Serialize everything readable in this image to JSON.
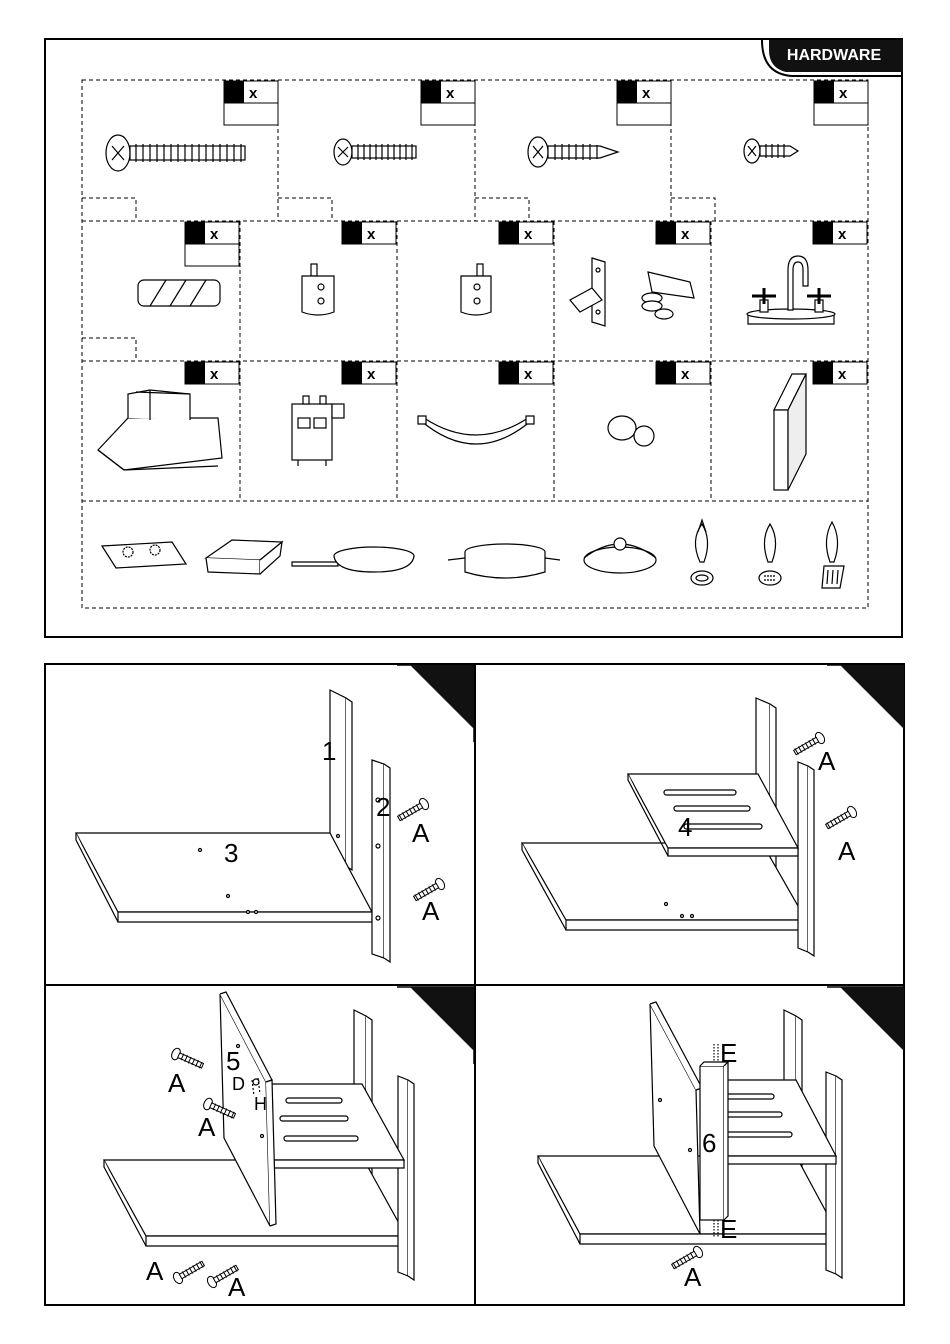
{
  "hardware": {
    "tab_title": "HARDWARE",
    "qty_mark": "x",
    "rows": [
      {
        "items": [
          {
            "icon": "long-pan-head-screw-icon"
          },
          {
            "icon": "medium-pan-head-screw-icon"
          },
          {
            "icon": "medium-tapping-screw-icon"
          },
          {
            "icon": "short-screw-icon"
          }
        ]
      },
      {
        "items": [
          {
            "icon": "wooden-dowel-icon"
          },
          {
            "icon": "shelf-bracket-left-icon"
          },
          {
            "icon": "shelf-bracket-right-icon"
          },
          {
            "icon": "door-hinge-icon"
          },
          {
            "icon": "toy-faucet-icon"
          }
        ]
      },
      {
        "items": [
          {
            "icon": "range-hood-icon"
          },
          {
            "icon": "control-knob-panel-icon"
          },
          {
            "icon": "curved-handle-icon"
          },
          {
            "icon": "knob-icon"
          },
          {
            "icon": "panel-board-icon"
          }
        ]
      }
    ],
    "accessories": [
      {
        "icon": "cooktop-icon"
      },
      {
        "icon": "baking-tray-icon"
      },
      {
        "icon": "frying-pan-icon"
      },
      {
        "icon": "cooking-pot-icon"
      },
      {
        "icon": "pot-lid-icon"
      },
      {
        "icon": "ladle-icon"
      },
      {
        "icon": "slotted-spoon-icon"
      },
      {
        "icon": "spatula-icon"
      }
    ]
  },
  "steps": [
    {
      "labels": {
        "p1": "1",
        "p2": "2",
        "p3": "3",
        "a1": "A",
        "a2": "A"
      }
    },
    {
      "labels": {
        "p4": "4",
        "a1": "A",
        "a2": "A"
      }
    },
    {
      "labels": {
        "p5": "5",
        "d": "D",
        "h": "H",
        "a1": "A",
        "a2": "A",
        "a3": "A",
        "a4": "A"
      }
    },
    {
      "labels": {
        "p6": "6",
        "e1": "E",
        "e2": "E",
        "a1": "A"
      }
    }
  ]
}
